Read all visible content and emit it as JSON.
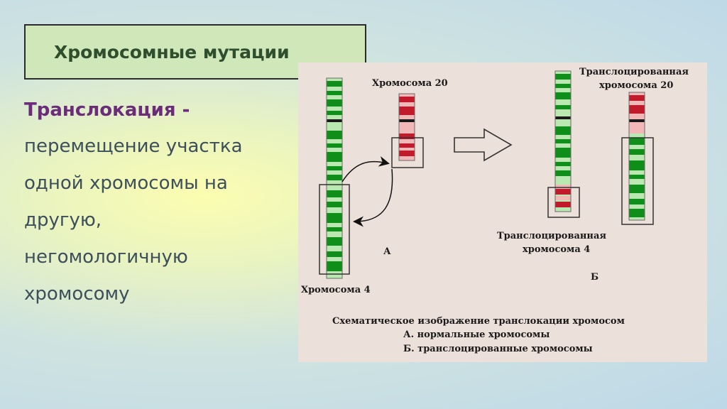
{
  "title": "Хромосомные мутации",
  "term": "Транслокация -",
  "definition_lines": [
    "перемещение участка",
    "одной хромосомы на",
    "другую,",
    "негомологичную",
    "хромосому"
  ],
  "figure": {
    "label_chr20": "Хромосома 20",
    "label_chr4": "Хромосома 4",
    "label_trans20": [
      "Транслоцированная",
      "хромосома 20"
    ],
    "label_trans4": [
      "Транслоцированная",
      "хромосома 4"
    ],
    "panel_a": "А",
    "panel_b": "Б",
    "caption": [
      "Схематическое изображение транслокации хромосом",
      "А. нормальные хромосомы",
      "Б. транслоцированные хромосомы"
    ]
  },
  "colors": {
    "green_band": "#0f8f1a",
    "green_light": "#b9e8b1",
    "red_band": "#c11a2a",
    "red_light": "#f2b7b7",
    "panel_bg": "#ece0da",
    "title_bg": "#cfe7b9"
  }
}
